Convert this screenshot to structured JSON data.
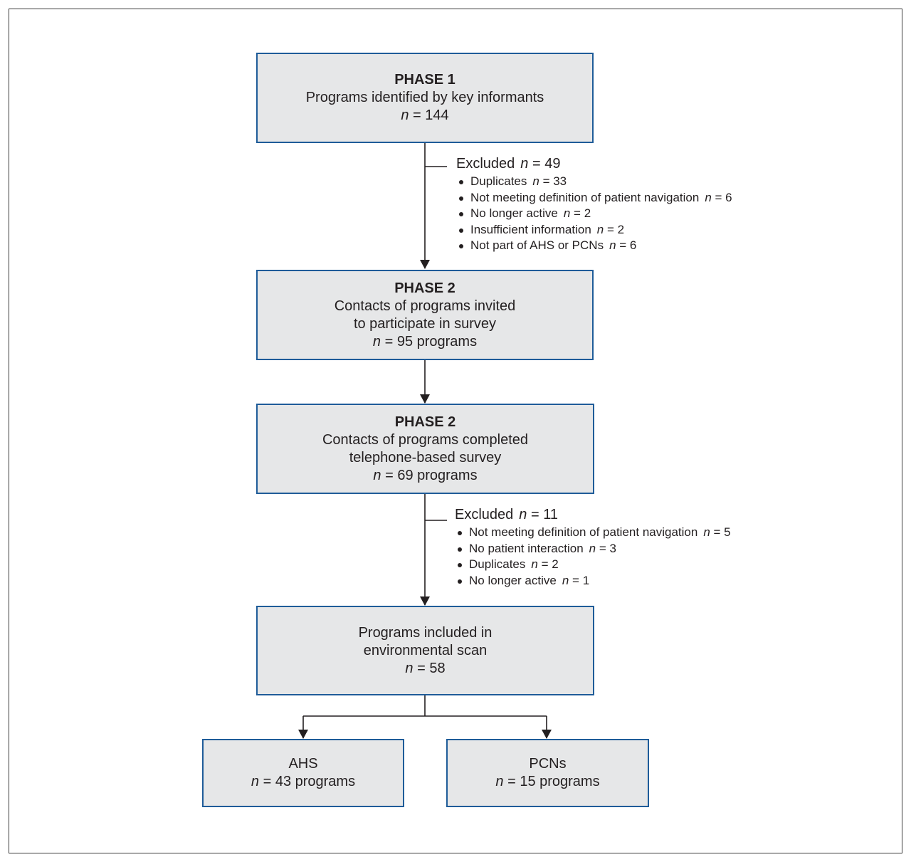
{
  "phase1": {
    "head": "PHASE 1",
    "line1": "Programs identified by key informants",
    "n_value": "= 144"
  },
  "excluded1": {
    "label": "Excluded",
    "n_value": "= 49",
    "items": [
      {
        "label": "Duplicates",
        "n_value": "= 33"
      },
      {
        "label": "Not meeting definition of patient navigation",
        "n_value": "= 6"
      },
      {
        "label": "No longer active",
        "n_value": "= 2"
      },
      {
        "label": "Insufficient information",
        "n_value": "= 2"
      },
      {
        "label": "Not part of AHS or PCNs",
        "n_value": "= 6"
      }
    ]
  },
  "phase2a": {
    "head": "PHASE 2",
    "line1": "Contacts of programs invited",
    "line2": "to participate in survey",
    "n_value": "= 95 programs"
  },
  "phase2b": {
    "head": "PHASE 2",
    "line1": "Contacts of programs completed",
    "line2": "telephone-based survey",
    "n_value": "= 69 programs"
  },
  "excluded2": {
    "label": "Excluded",
    "n_value": "= 11",
    "items": [
      {
        "label": "Not meeting definition of patient navigation",
        "n_value": "= 5"
      },
      {
        "label": "No patient interaction",
        "n_value": "= 3"
      },
      {
        "label": "Duplicates",
        "n_value": "= 2"
      },
      {
        "label": "No longer active",
        "n_value": "= 1"
      }
    ]
  },
  "included": {
    "line1": "Programs included in",
    "line2": "environmental scan",
    "n_value": "= 58"
  },
  "ahs": {
    "line1": "AHS",
    "n_value": "= 43 programs"
  },
  "pcns": {
    "line1": "PCNs",
    "n_value": "= 15 programs"
  },
  "n_symbol": "n",
  "colors": {
    "box_fill": "#e6e7e8",
    "box_border": "#1f5c99",
    "line": "#231f20"
  }
}
